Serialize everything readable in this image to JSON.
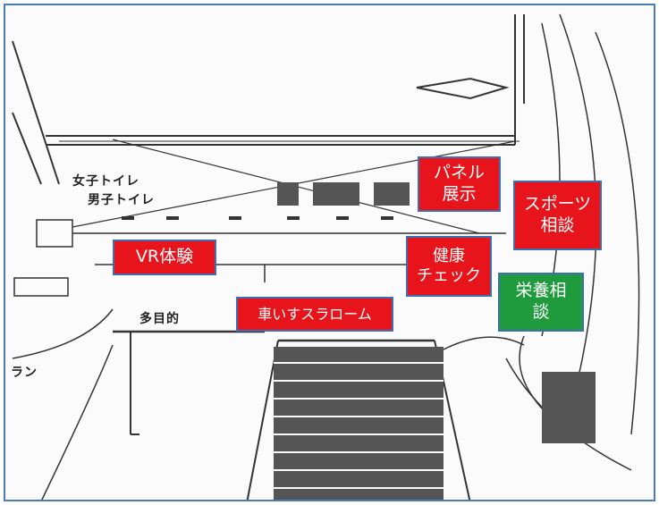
{
  "colors": {
    "booth_red": "#e8141b",
    "booth_green": "#1f9a3c",
    "booth_border": "#3f6fb3",
    "frame_border": "#4a7bbd"
  },
  "map_labels": {
    "womens_toilet": "女子トイレ",
    "mens_toilet": "男子トイレ",
    "multipurpose": "多目的",
    "partial_left": "ラン"
  },
  "booths": {
    "vr": {
      "label": "VR体験",
      "color": "red"
    },
    "wheelchair": {
      "label": "車いすスラローム",
      "color": "red"
    },
    "panel": {
      "label": "パネル\n展示",
      "color": "red"
    },
    "health": {
      "label": "健康\nチェック",
      "color": "red"
    },
    "sports": {
      "label": "スポーツ\n相談",
      "color": "red"
    },
    "nutrition": {
      "label": "栄養相\n談",
      "color": "green"
    }
  }
}
